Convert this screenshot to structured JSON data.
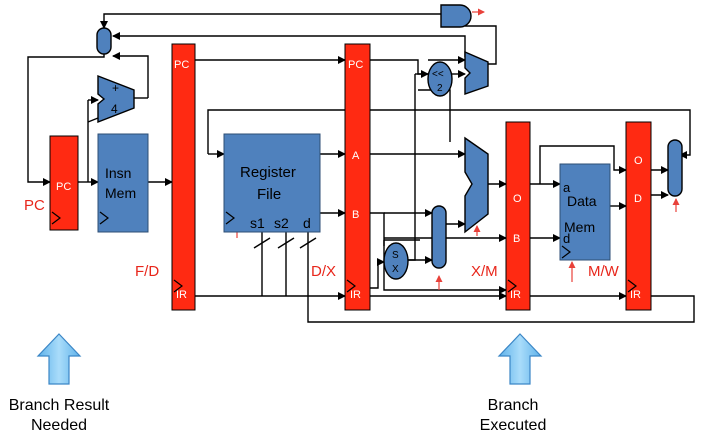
{
  "labels": {
    "pc_latch": "PC",
    "pc_side": "PC",
    "insn_mem_line1": "Insn",
    "insn_mem_line2": "Mem",
    "adder_plus": "+",
    "adder_four": "4",
    "fd_pc": "PC",
    "fd_ir": "IR",
    "fd_label": "F/D",
    "regfile_line1": "Register",
    "regfile_line2": "File",
    "regfile_s1": "s1",
    "regfile_s2": "s2",
    "regfile_d": "d",
    "dx_pc": "PC",
    "dx_a": "A",
    "dx_b": "B",
    "dx_ir": "IR",
    "dx_label": "D/X",
    "shift_line1": "<<",
    "shift_line2": "2",
    "sx_line1": "S",
    "sx_line2": "X",
    "xm_o": "O",
    "xm_b": "B",
    "xm_ir": "IR",
    "xm_label": "X/M",
    "datamem_line1": "Data",
    "datamem_line2": "Mem",
    "datamem_a": "a",
    "datamem_d": "d",
    "mw_o": "O",
    "mw_d": "D",
    "mw_ir": "IR",
    "mw_label": "M/W"
  },
  "captions": {
    "branch_needed_line1": "Branch Result",
    "branch_needed_line2": "Needed",
    "branch_executed_line1": "Branch",
    "branch_executed_line2": "Executed"
  },
  "colors": {
    "latch_red": "#ff2a12",
    "unit_blue": "#4f81bd",
    "label_red": "#e8261b",
    "arrow_light_blue": "#7cc3ef"
  }
}
